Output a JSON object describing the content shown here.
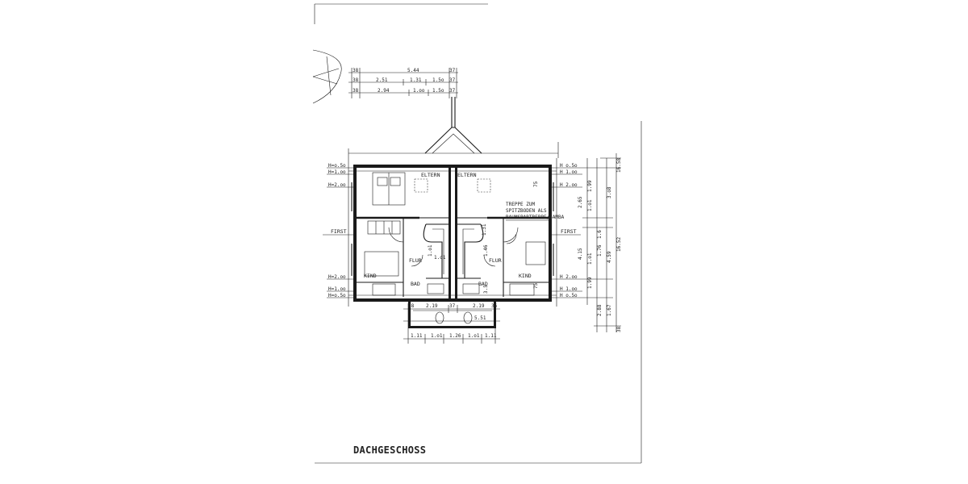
{
  "title": "DACHGESCHOSS",
  "rooms": {
    "eltern_left": "ELTERN",
    "eltern_right": "ELTERN",
    "flur_left": "FLUR",
    "flur_right": "FLUR",
    "bad_left": "BAD",
    "bad_right": "BAD",
    "kind_left": "KIND",
    "kind_right": "KIND"
  },
  "note": [
    "TREPPE ZUM",
    "SPITZBODEN ALS",
    "RAUMSPARTREPPE/SAMBA"
  ],
  "first_left": "FIRST",
  "first_right": "FIRST",
  "heights_left": [
    "H=o.5o",
    "H=1.oo",
    "H=2.oo",
    "H=2.oo",
    "H=1.oo",
    "H=o.5o"
  ],
  "heights_right": [
    "H o.5o",
    "H 1.oo",
    "H 2.oo",
    "H 2.oo",
    "H 1.oo",
    "H o.5o"
  ],
  "top_dims": {
    "row1": [
      "38",
      "5.44",
      "37"
    ],
    "row2": [
      "38",
      "2.51",
      "1.31",
      "1.5o",
      "37"
    ],
    "row3": [
      "38",
      "2.94",
      "1.oo",
      "1.5o",
      "37"
    ]
  },
  "bottom_dims": {
    "row1": [
      "38",
      "2.19",
      "37",
      "2.19",
      "36"
    ],
    "row2": [
      "5.51"
    ],
    "row3": [
      "1.11",
      "1.o1",
      "1.26",
      "1.o1",
      "1.11"
    ]
  },
  "right_dims": [
    "1.99",
    "2.65",
    "1.o1",
    "4.15",
    "1.99",
    "2.88",
    "16.52",
    "3.o8",
    "4.59",
    "1.67",
    "1.76",
    "1.6",
    "1.o1",
    "16.58",
    "38"
  ],
  "inner_dims": [
    "1.o1",
    "75",
    "75",
    "1.31",
    "1.46",
    "1.o1",
    "3.5"
  ]
}
